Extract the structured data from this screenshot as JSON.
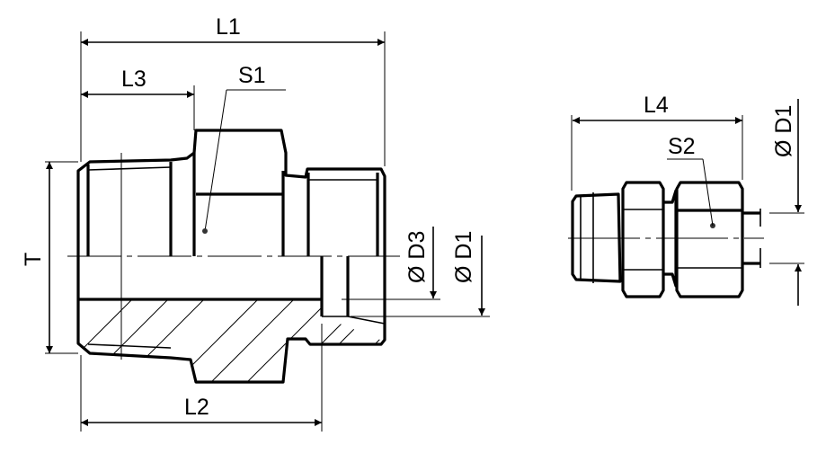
{
  "labels": {
    "L1": "L1",
    "L2": "L2",
    "L3": "L3",
    "L4": "L4",
    "S1": "S1",
    "S2": "S2",
    "T": "T",
    "D3": "Ø D3",
    "D1_left": "Ø D1",
    "D1_right": "Ø D1"
  }
}
